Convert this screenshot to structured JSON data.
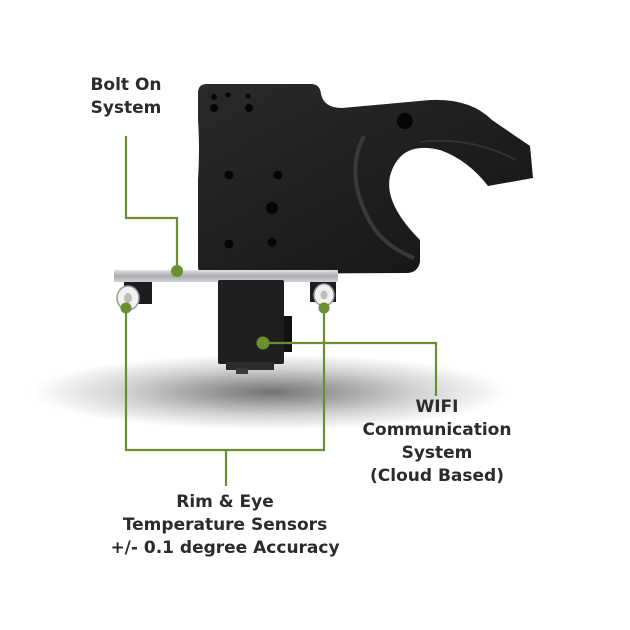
{
  "callouts": {
    "bolt_on": {
      "lines": [
        "Bolt On",
        "System"
      ]
    },
    "wifi": {
      "lines": [
        "WIFI",
        "Communication",
        "System",
        "(Cloud Based)"
      ]
    },
    "sensors": {
      "lines": [
        "Rim & Eye",
        "Temperature Sensors",
        "+/- 0.1 degree Accuracy"
      ]
    }
  },
  "colors": {
    "callout_line": "#6b8f2e",
    "callout_dot": "#6b8f2e",
    "device_body": "#1b1b1d",
    "rail": "#b9bbbf",
    "label_text": "#2b2b2b"
  }
}
